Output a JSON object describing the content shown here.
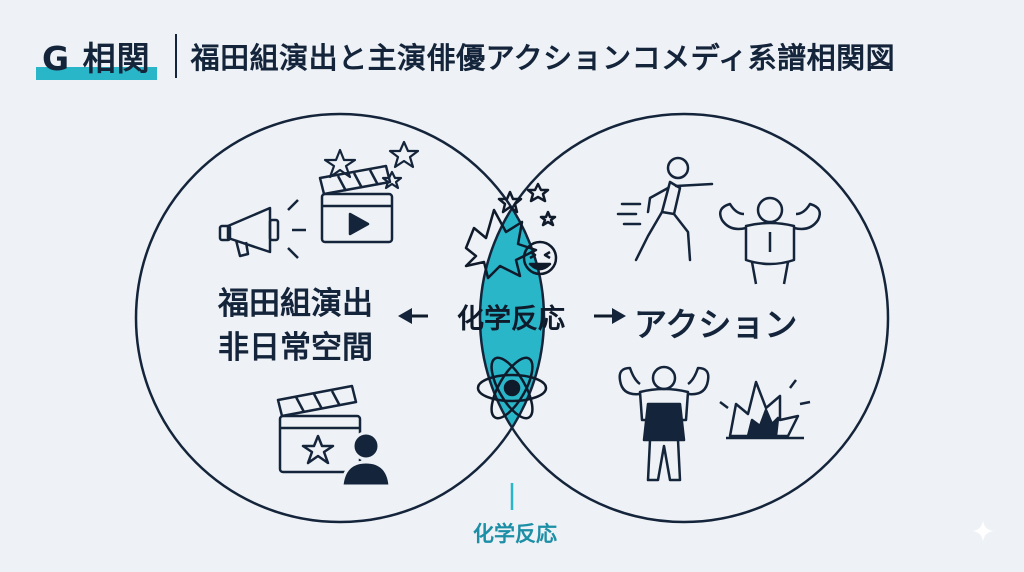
{
  "header": {
    "tag": "G 相関",
    "title": "福田組演出と主演俳優アクションコメディ系譜相関図"
  },
  "venn": {
    "left": {
      "line1": "福田組演出",
      "line2": "非日常空間",
      "icons": [
        "megaphone-icon",
        "clapperboard-icon",
        "stars-icon",
        "director-icon"
      ]
    },
    "right": {
      "label": "アクション",
      "icons": [
        "fighter-icon",
        "muscle-man-icon",
        "wrestler-icon",
        "explosion-icon"
      ]
    },
    "center": {
      "label": "化学反応",
      "icons": [
        "laughing-explosion-icon",
        "atom-icon"
      ]
    },
    "bottom_label": "化学反応"
  },
  "colors": {
    "accent": "#29b6c8",
    "ink": "#14243a",
    "background": "#eef1f5"
  }
}
